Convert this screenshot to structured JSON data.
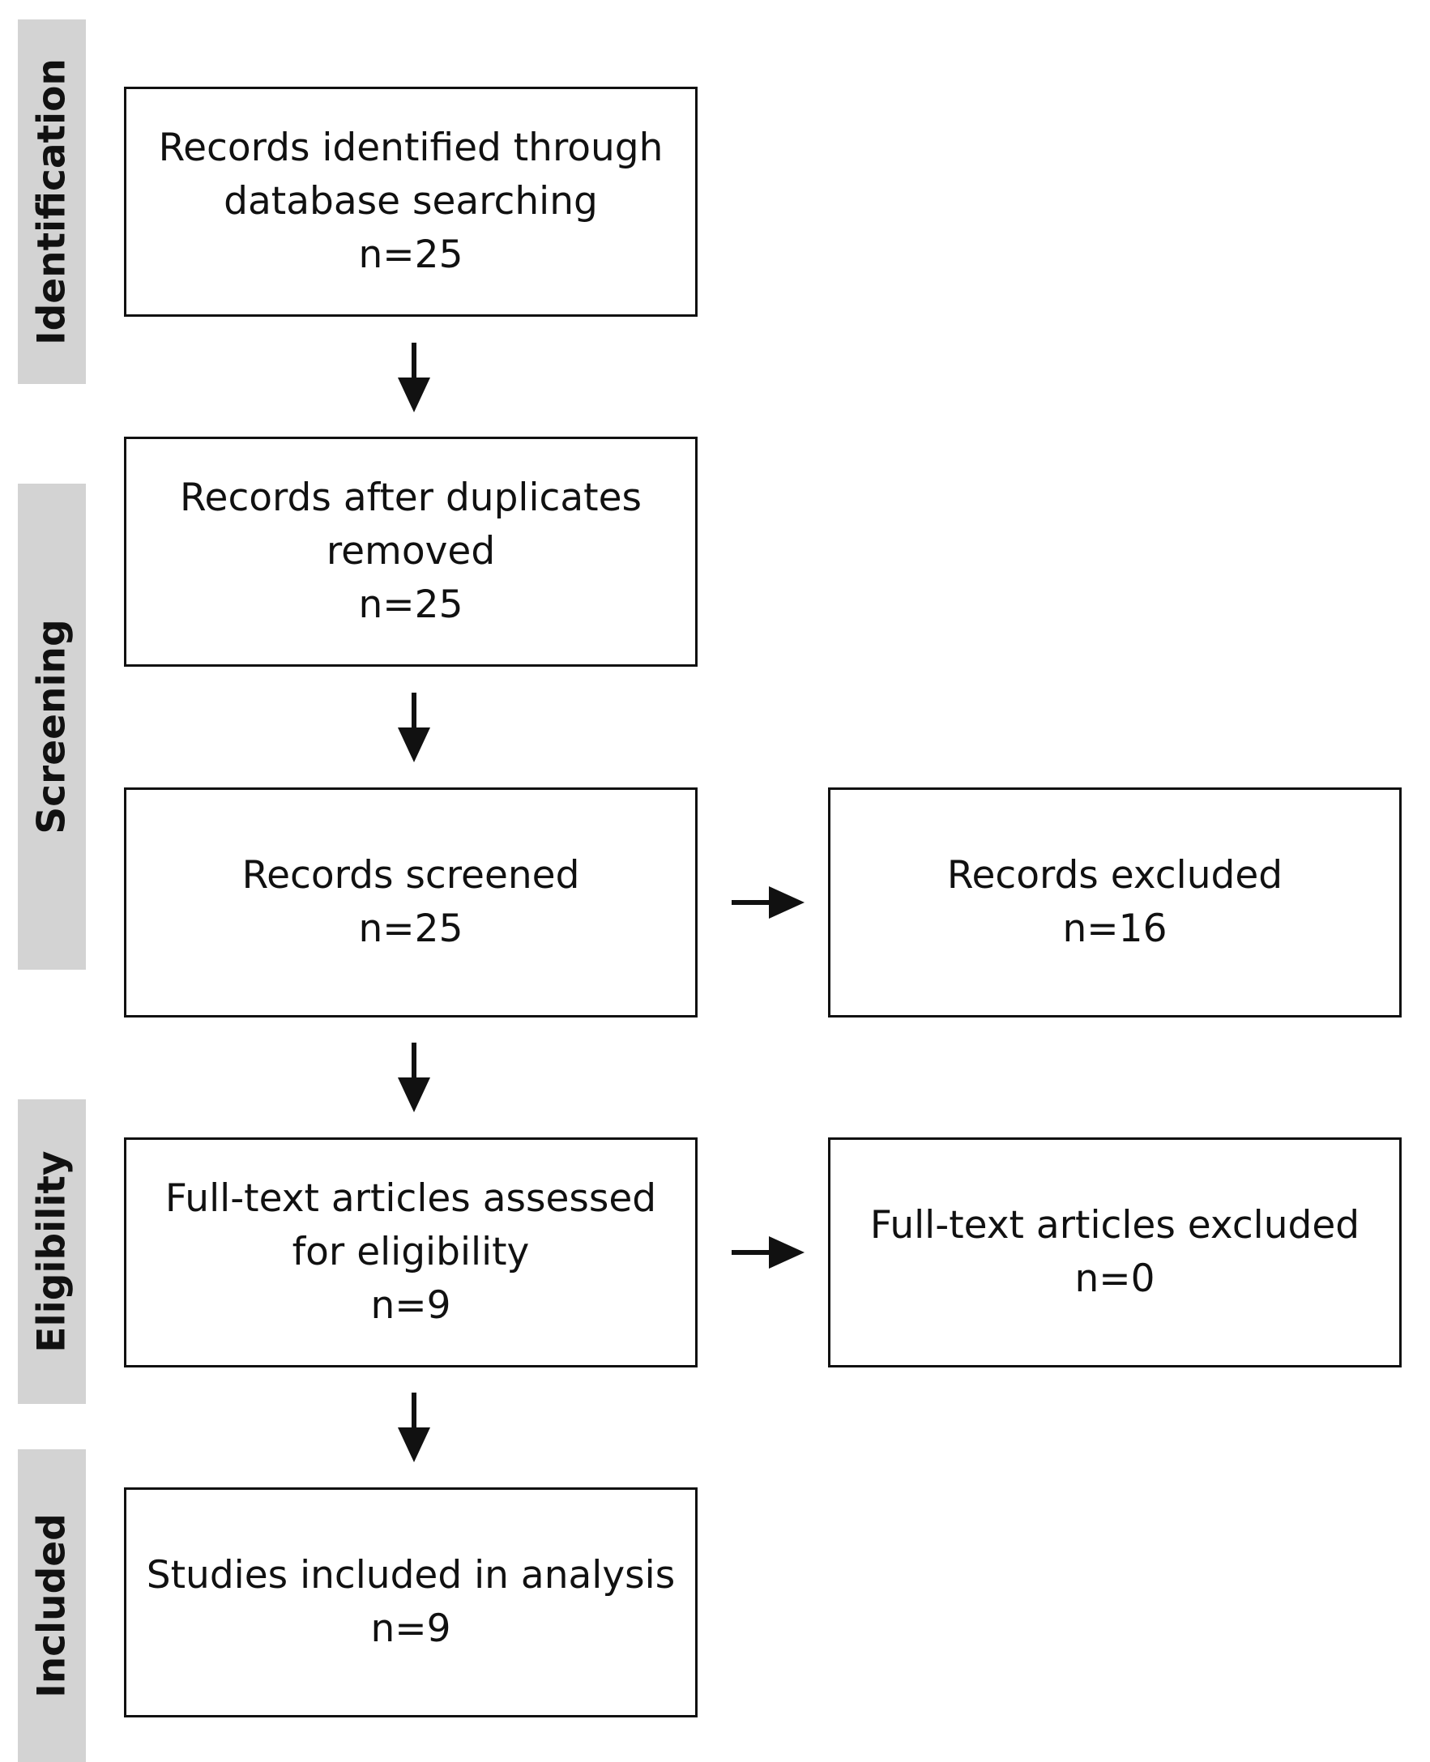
{
  "phases": {
    "identification": "Identification",
    "screening": "Screening",
    "eligibility": "Eligibility",
    "included": "Included"
  },
  "boxes": {
    "identified": {
      "line1": "Records identified through",
      "line2": "database searching",
      "count": "n=25"
    },
    "after_duplicates": {
      "line1": "Records after duplicates",
      "line2": "removed",
      "count": "n=25"
    },
    "screened": {
      "line1": "Records screened",
      "count": "n=25"
    },
    "excluded": {
      "line1": "Records excluded",
      "count": "n=16"
    },
    "full_text_assessed": {
      "line1": "Full-text articles assessed",
      "line2": "for eligibility",
      "count": "n=9"
    },
    "full_text_excluded": {
      "line1": "Full-text articles excluded",
      "count": "n=0"
    },
    "included_studies": {
      "line1": "Studies included in analysis",
      "count": "n=9"
    }
  },
  "colors": {
    "phase_bar": "#d3d3d3",
    "stroke": "#111111"
  }
}
